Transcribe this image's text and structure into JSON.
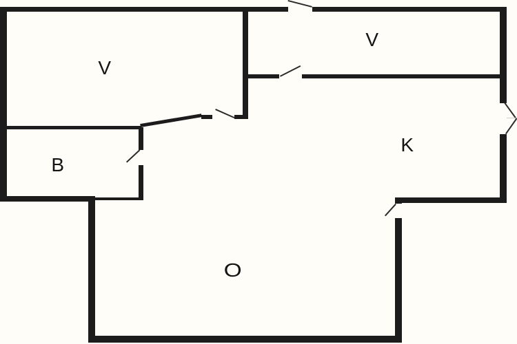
{
  "rooms": {
    "v1": {
      "label": "V"
    },
    "v2": {
      "label": "V"
    },
    "b": {
      "label": "B"
    },
    "k": {
      "label": "K"
    },
    "o": {
      "label": "O"
    }
  },
  "colors": {
    "wall": "#1c1c1c",
    "floor": "#fffdf8",
    "line": "#2b2b2b"
  }
}
